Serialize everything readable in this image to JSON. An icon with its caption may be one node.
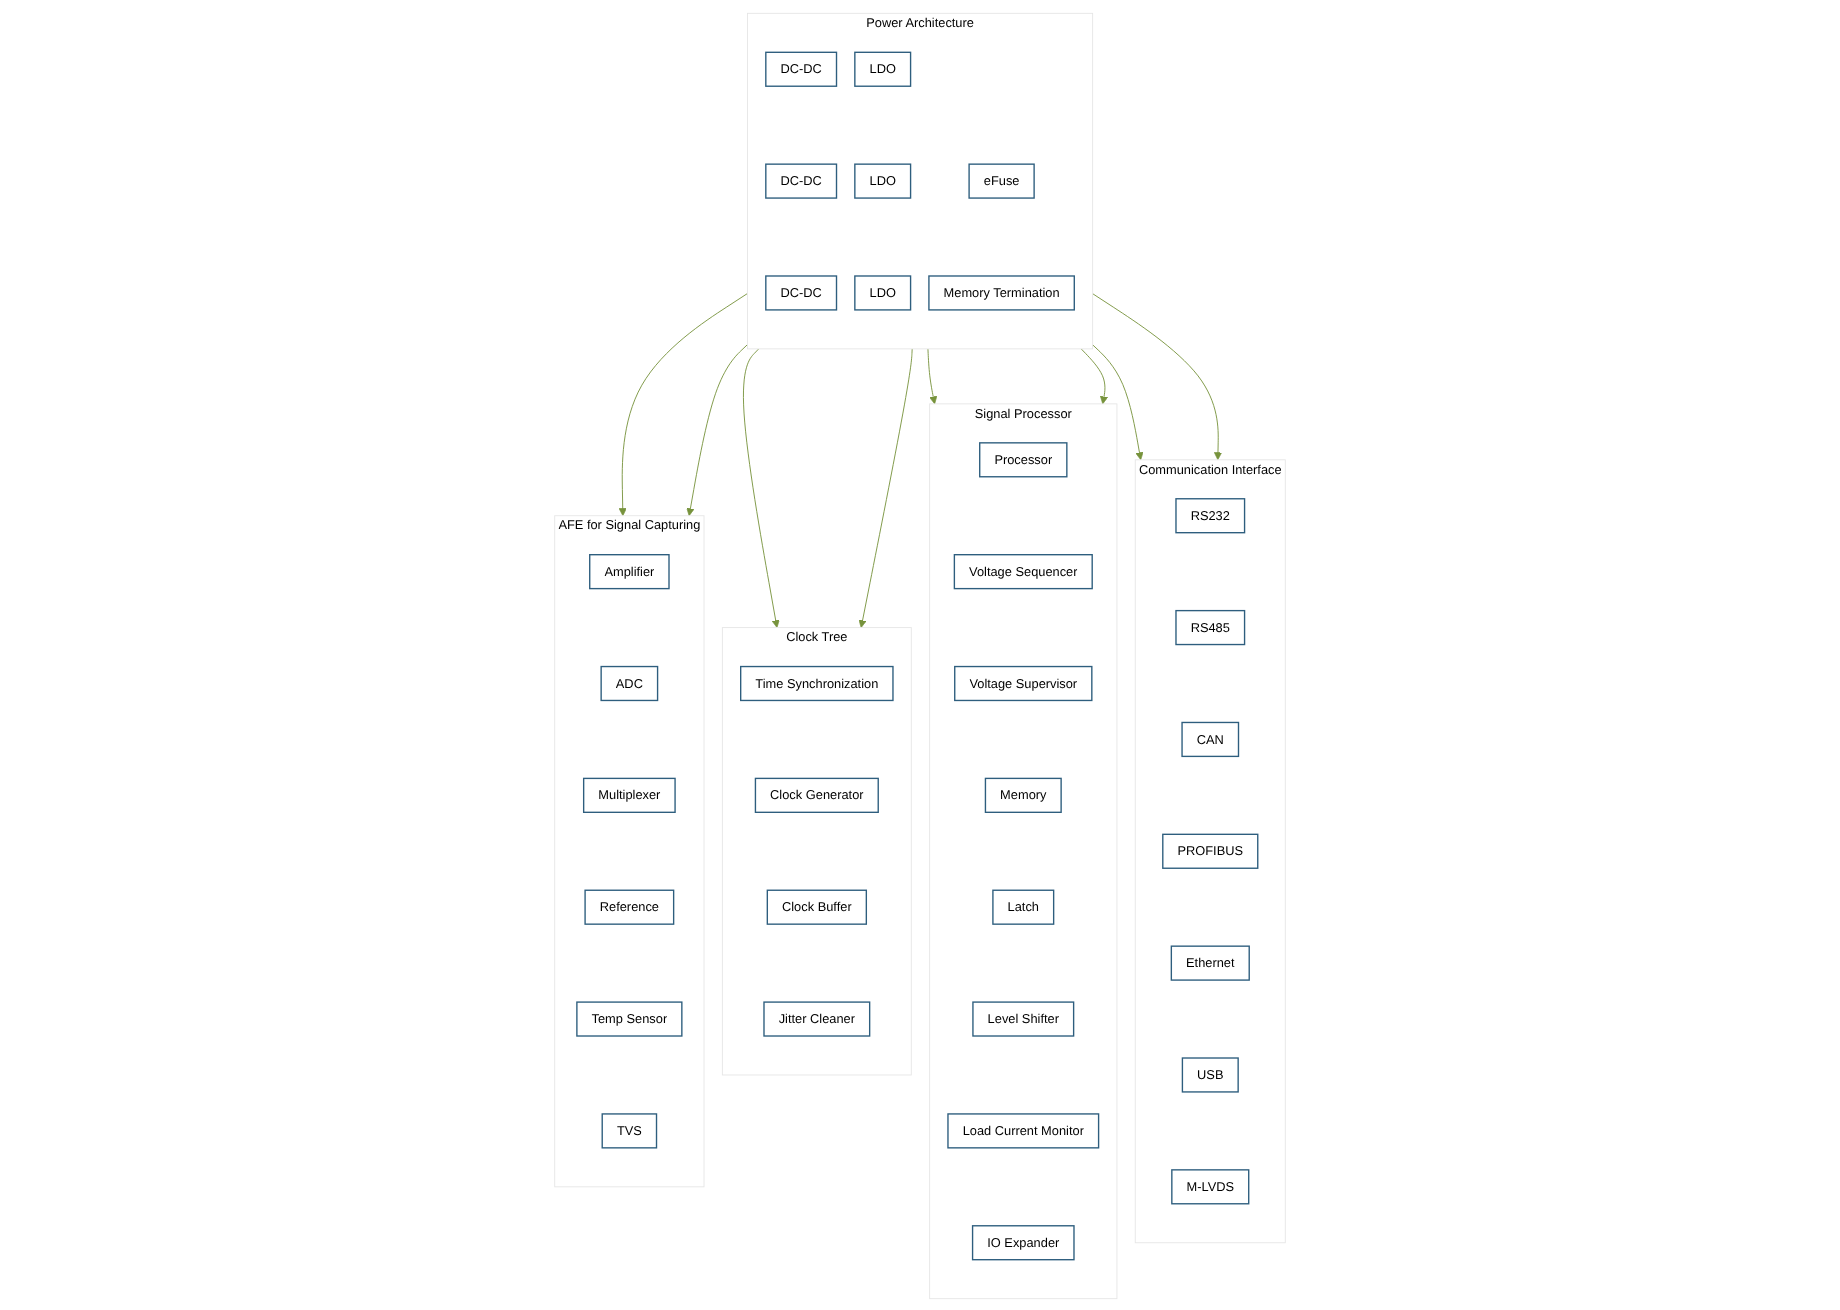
{
  "diagram": {
    "nodes": [
      {
        "text": [
          "Power Architecture"
        ]
      },
      {
        "text": [
          "DC-DC"
        ],
        "in": 0
      },
      {
        "text": [
          "DC-DC"
        ],
        "in": 0
      },
      {
        "text": [
          "DC-DC"
        ],
        "in": 0
      },
      {
        "text": [
          "LDO"
        ],
        "in": 0
      },
      {
        "text": [
          "LDO"
        ],
        "in": 0
      },
      {
        "text": [
          "LDO"
        ],
        "in": 0
      },
      {
        "text": [
          "eFuse"
        ],
        "in": 0
      },
      {
        "text": [
          "Memory Termination"
        ],
        "in": 0
      },
      {
        "text": [
          "AFE for Signal Capturing"
        ]
      },
      {
        "text": [
          "Amplifier"
        ],
        "in": 9
      },
      {
        "text": [
          "ADC"
        ],
        "in": 9
      },
      {
        "text": [
          "Multiplexer"
        ],
        "in": 9
      },
      {
        "text": [
          "Reference"
        ],
        "in": 9
      },
      {
        "text": [
          "Temp Sensor"
        ],
        "in": 9
      },
      {
        "text": [
          "TVS"
        ],
        "in": 9
      },
      {
        "text": [
          "Clock Tree"
        ]
      },
      {
        "text": [
          "Time Synchronization"
        ],
        "in": 16
      },
      {
        "text": [
          "Clock Generator"
        ],
        "in": 16
      },
      {
        "text": [
          "Clock Buffer"
        ],
        "in": 16
      },
      {
        "text": [
          "Jitter Cleaner"
        ],
        "in": 16
      },
      {
        "text": [
          "Signal Processor"
        ]
      },
      {
        "text": [
          "Processor"
        ],
        "in": 21
      },
      {
        "text": [
          "Voltage Sequencer"
        ],
        "in": 21
      },
      {
        "text": [
          "Voltage Supervisor"
        ],
        "in": 21
      },
      {
        "text": [
          "Memory"
        ],
        "in": 21
      },
      {
        "text": [
          "Latch"
        ],
        "in": 21
      },
      {
        "text": [
          "Level Shifter"
        ],
        "in": 21
      },
      {
        "text": [
          "Load Current Monitor"
        ],
        "in": 21
      },
      {
        "text": [
          "IO Expander"
        ],
        "in": 21
      },
      {
        "text": [
          "Communication Interface"
        ]
      },
      {
        "text": [
          "RS232"
        ],
        "in": 30
      },
      {
        "text": [
          "RS485"
        ],
        "in": 30
      },
      {
        "text": [
          "CAN"
        ],
        "in": 30
      },
      {
        "text": [
          "PROFIBUS"
        ],
        "in": 30
      },
      {
        "text": [
          "Ethernet"
        ],
        "in": 30
      },
      {
        "text": [
          "USB"
        ],
        "in": 30
      },
      {
        "text": [
          "M-LVDS"
        ],
        "in": 30
      }
    ],
    "edges": [
      {
        "from": 0,
        "to": 9,
        "arrow": "to"
      },
      {
        "from": 0,
        "to": 9,
        "arrow": "to"
      },
      {
        "from": 0,
        "to": 16,
        "arrow": "to"
      },
      {
        "from": 0,
        "to": 16,
        "arrow": "to"
      },
      {
        "from": 0,
        "to": 21,
        "arrow": "to"
      },
      {
        "from": 0,
        "to": 21,
        "arrow": "to"
      },
      {
        "from": 0,
        "to": 30,
        "arrow": "to"
      },
      {
        "from": 0,
        "to": 30,
        "arrow": "to"
      }
    ]
  }
}
